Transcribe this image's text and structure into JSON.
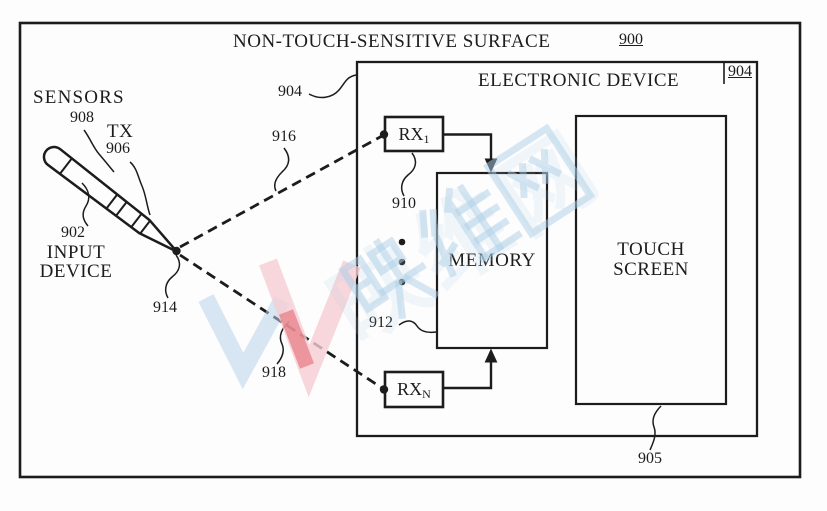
{
  "title": {
    "surface": "NON-TOUCH-SENSITIVE SURFACE",
    "surface_ref": "900"
  },
  "electronic_device": {
    "label": "ELECTRONIC DEVICE",
    "ref": "904"
  },
  "sensors": {
    "label": "SENSORS",
    "ref": "908"
  },
  "tx": {
    "label": "TX",
    "ref": "906"
  },
  "input_device": {
    "label_line1": "INPUT",
    "label_line2": "DEVICE",
    "ref": "902",
    "tip_ref": "914"
  },
  "links": {
    "upper_ref": "916",
    "lower_ref": "918"
  },
  "rx1": {
    "label": "RX",
    "sub": "1",
    "ref": "910"
  },
  "rxn": {
    "label": "RX",
    "sub": "N"
  },
  "memory": {
    "label": "MEMORY",
    "ref": "912"
  },
  "touch_screen": {
    "label_line1": "TOUCH",
    "label_line2": "SCREEN",
    "ref": "905"
  },
  "watermark": {
    "text": "映维网"
  },
  "colors": {
    "ink": "#1c1c1c",
    "watermark_blue": "#aecfe8",
    "watermark_pink": "#f6ccd1",
    "watermark_red": "#e2606c"
  }
}
